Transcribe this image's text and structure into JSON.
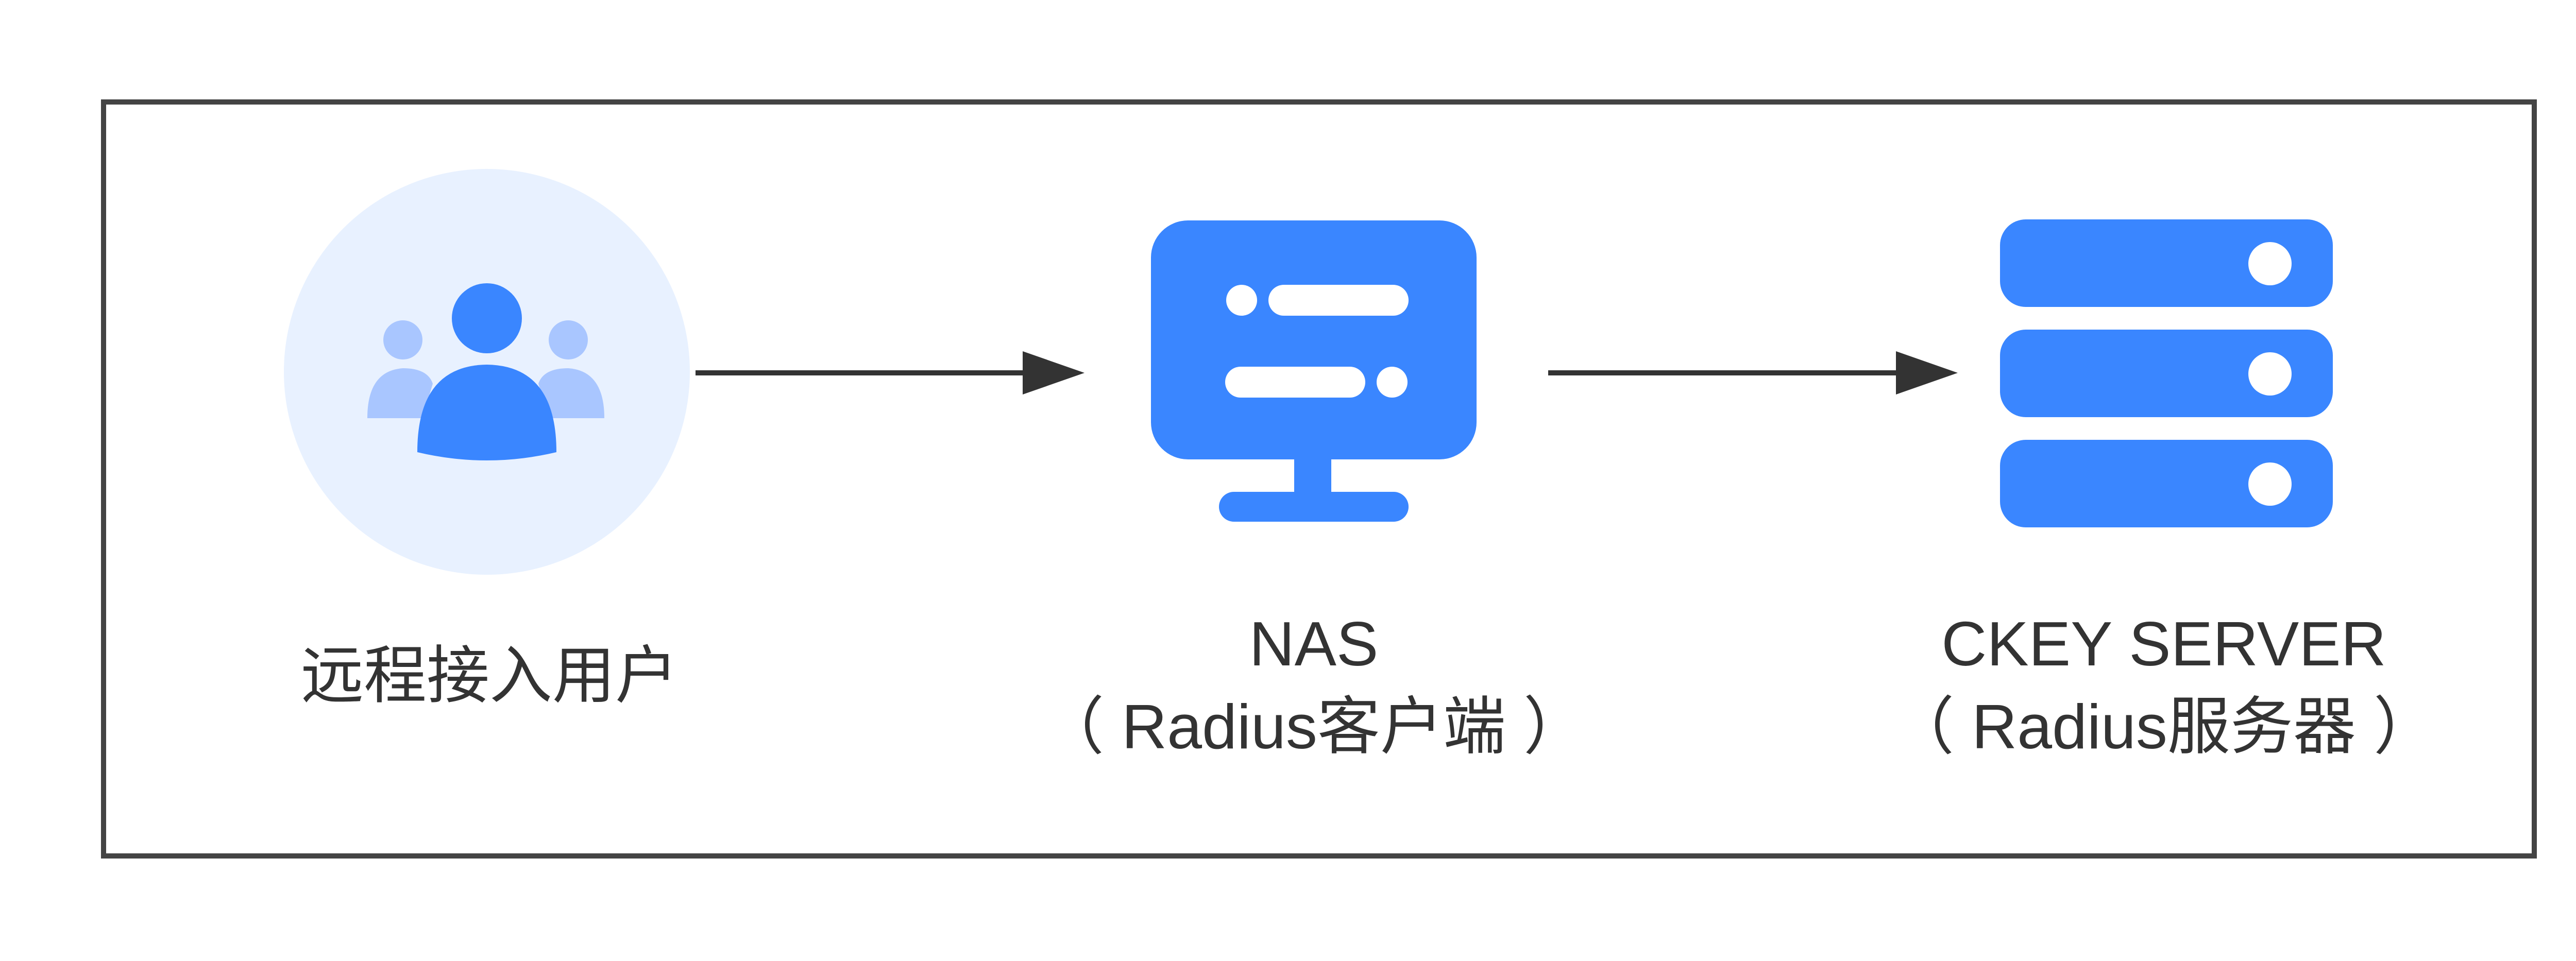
{
  "nodes": {
    "user": {
      "label": "远程接入用户",
      "icon": "users-group-icon"
    },
    "nas": {
      "title": "NAS",
      "subtitle": "（ Radius客户端 ）",
      "icon": "monitor-icon"
    },
    "server": {
      "title": "CKEY SERVER",
      "subtitle": "（ Radius服务器 ）",
      "icon": "server-stack-icon"
    }
  },
  "colors": {
    "accent": "#3a86ff",
    "accent_light": "#a9c6ff",
    "circle_bg": "#e8f1ff",
    "arrow": "#333333",
    "border": "#444444",
    "text": "#333333"
  }
}
